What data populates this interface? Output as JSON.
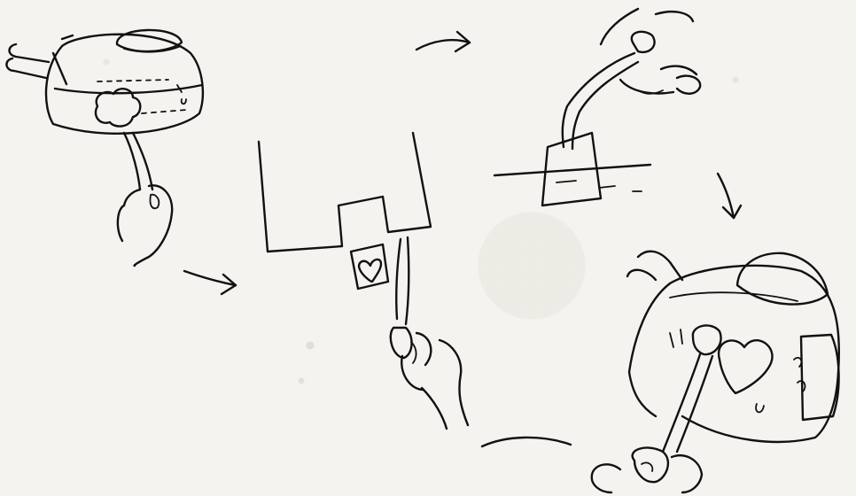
{
  "diagram": {
    "steps": [
      {
        "id": "step-1",
        "icon": "sponge-cleaning-tank-turret"
      },
      {
        "id": "step-2",
        "icon": "scissors-cutting-heart-decal"
      },
      {
        "id": "step-3",
        "icon": "tweezers-dipping-decal-in-water"
      },
      {
        "id": "step-4",
        "icon": "cotton-swab-applying-heart-decal"
      }
    ],
    "arrows": [
      "arrow-step1-to-step2",
      "arrow-step2-to-step3",
      "arrow-step3-to-step4"
    ],
    "colors": {
      "ink": "#111111",
      "paper": "#f4f3ef"
    }
  }
}
